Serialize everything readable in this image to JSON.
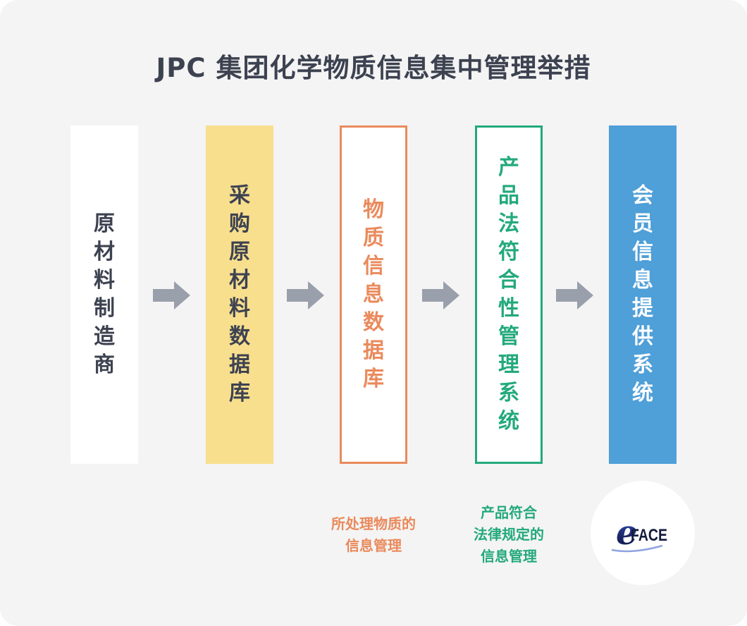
{
  "title": "JPC 集团化学物质信息集中管理举措",
  "flow": [
    {
      "label": "原材料制造商",
      "style": "white"
    },
    {
      "label": "采购原材料数据库",
      "style": "yellow"
    },
    {
      "label": "物质信息数据库",
      "style": "orange-outline"
    },
    {
      "label": "产品法符合性管理系统",
      "style": "green-outline"
    },
    {
      "label": "会员信息提供系统",
      "style": "blue"
    }
  ],
  "captions": {
    "database_note": [
      "所处理物质的",
      "信息管理"
    ],
    "compliance_note": [
      "产品符合",
      "法律规定的",
      "信息管理"
    ]
  },
  "logo": {
    "text": "eFACE",
    "icon": "eface-logo-icon"
  },
  "colors": {
    "background": "#f4f4f4",
    "title": "#3d4251",
    "yellow": "#f8df8e",
    "orange": "#ea8a5c",
    "green": "#23a97c",
    "blue": "#4f9fd8",
    "arrow": "#9a9fac",
    "logo_navy": "#1d2a6e"
  }
}
